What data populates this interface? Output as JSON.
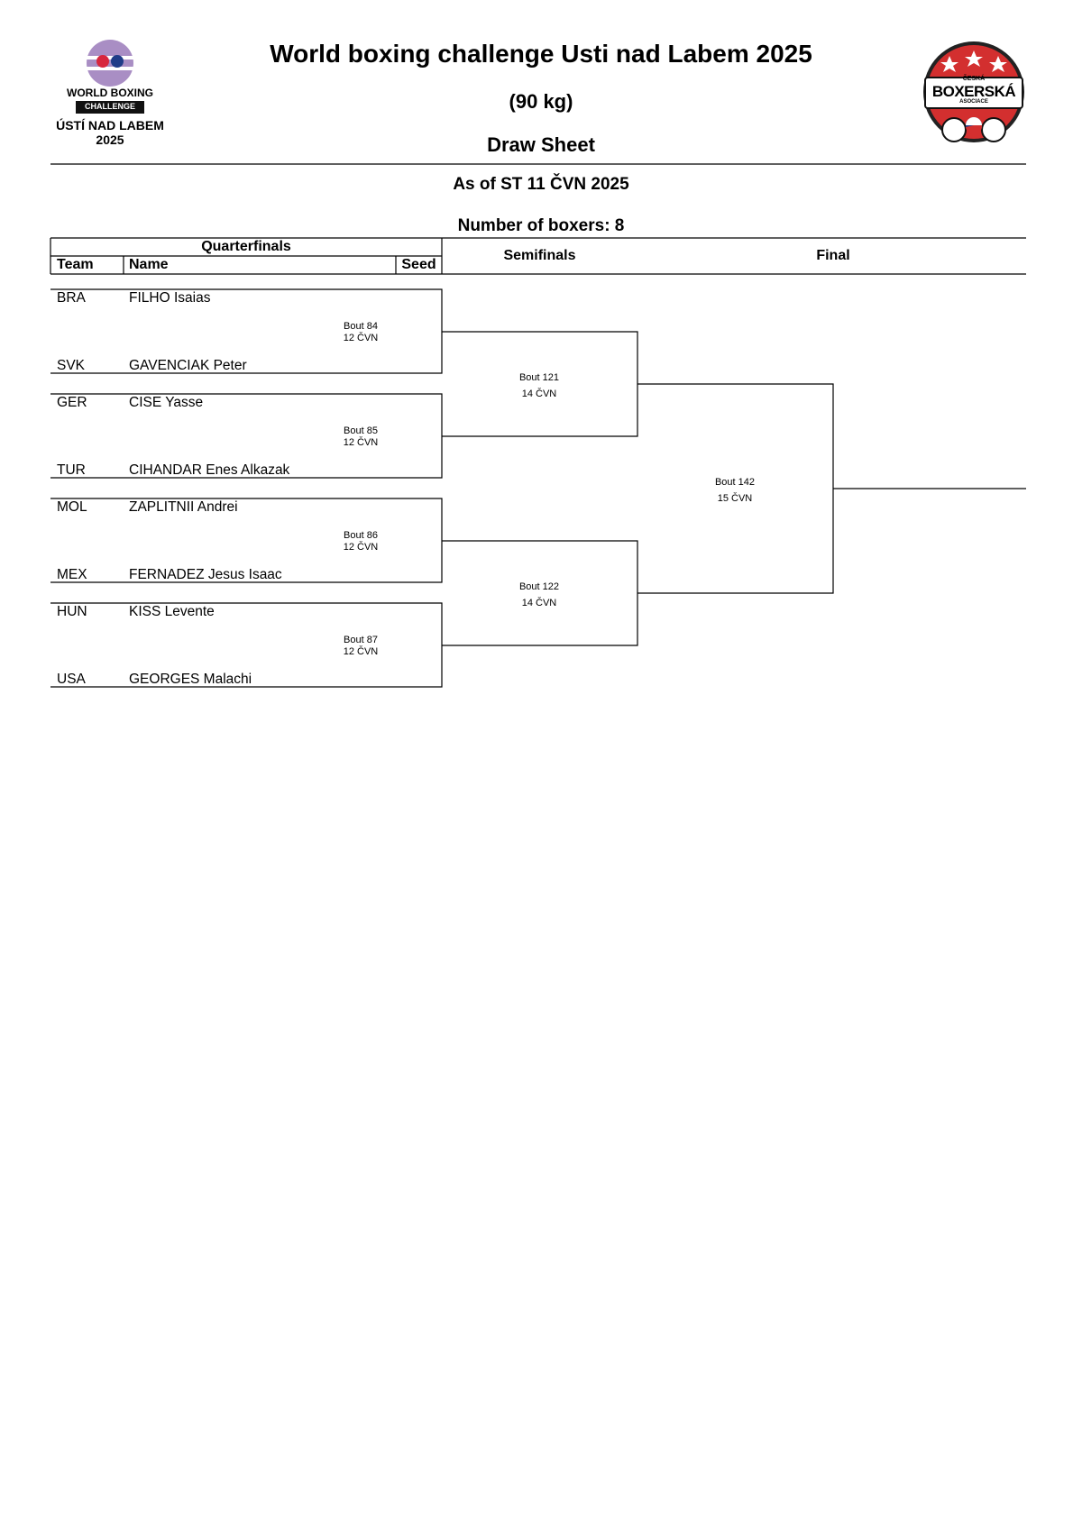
{
  "header": {
    "title": "World boxing challenge Usti nad Labem 2025",
    "weight": "(90 kg)",
    "subtitle": "Draw Sheet",
    "as_of": "As of ST 11 ČVN 2025",
    "boxer_count": "Number of boxers: 8"
  },
  "logo_left": {
    "line1": "WORLD BOXING",
    "line2": "CHALLENGE",
    "line3": "ÚSTÍ NAD LABEM",
    "line4": "2025"
  },
  "logo_right": {
    "line1": "ČESKÁ",
    "line2": "BOXERSKÁ",
    "line3": "ASOCIACE"
  },
  "columns": {
    "quarterfinals": "Quarterfinals",
    "team": "Team",
    "name": "Name",
    "seed": "Seed",
    "semifinals": "Semifinals",
    "final": "Final"
  },
  "boxers": [
    {
      "team": "BRA",
      "name": "FILHO Isaias"
    },
    {
      "team": "SVK",
      "name": "GAVENCIAK Peter"
    },
    {
      "team": "GER",
      "name": "CISE Yasse"
    },
    {
      "team": "TUR",
      "name": "CIHANDAR Enes Alkazak"
    },
    {
      "team": "MOL",
      "name": "ZAPLITNII Andrei"
    },
    {
      "team": "MEX",
      "name": "FERNADEZ Jesus Isaac"
    },
    {
      "team": "HUN",
      "name": "KISS Levente"
    },
    {
      "team": "USA",
      "name": "GEORGES Malachi"
    }
  ],
  "quarterfinal_bouts": [
    {
      "bout": "Bout 84",
      "date": "12 ČVN"
    },
    {
      "bout": "Bout 85",
      "date": "12 ČVN"
    },
    {
      "bout": "Bout 86",
      "date": "12 ČVN"
    },
    {
      "bout": "Bout 87",
      "date": "12 ČVN"
    }
  ],
  "semifinal_bouts": [
    {
      "bout": "Bout 121",
      "date": "14 ČVN"
    },
    {
      "bout": "Bout 122",
      "date": "14 ČVN"
    }
  ],
  "final_bout": {
    "bout": "Bout 142",
    "date": "15 ČVN"
  }
}
